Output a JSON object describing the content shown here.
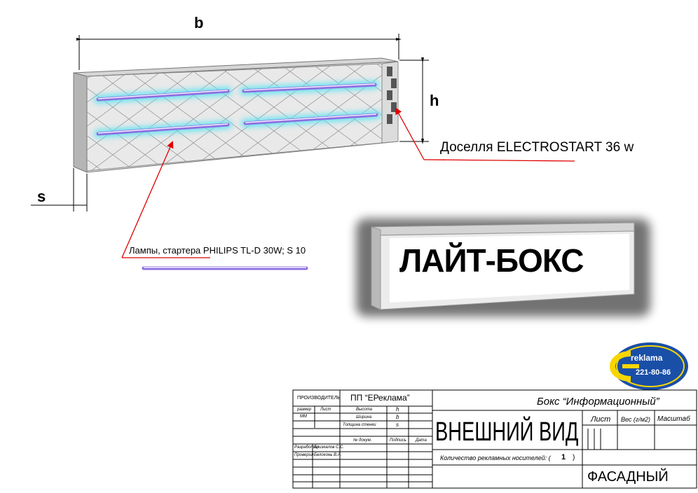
{
  "dimensions": {
    "b": "b",
    "h": "h",
    "s": "s"
  },
  "callouts": {
    "ballast": "Доселля ELECTROSTART 36 w",
    "lamps": "Лампы, стартера PHILIPS TL-D 30W; S 10"
  },
  "sign": {
    "text": "ЛАЙТ-БОКС"
  },
  "logo": {
    "name": "reklama",
    "phone": "221-80-86"
  },
  "title_block": {
    "producer_label": "ПРОИЗВОДИТЕЛЬ",
    "producer_value": "ПП “ЕРеклама”",
    "product": "Бокс “Информационный”",
    "col_size": "размер",
    "col_sheet": "Лист",
    "unit": "ММ",
    "height_label": "Высота",
    "height_val": "h",
    "width_label": "Ширина",
    "width_val": "b",
    "wall_label": "Толщина стенки",
    "wall_val": "s",
    "doc_no": "№ докум.",
    "signature": "Подпись",
    "date": "Дата",
    "developed_label": "Разработал",
    "developed_name": "Бризкалов С.С.",
    "checked_label": "Проверил",
    "checked_name": "Белоконь В.А.",
    "view_title": "ВНЕШНИЙ ВИД",
    "sheet_hdr": "Лист",
    "weight_hdr": "Вес (г/м2)",
    "scale_hdr": "Масштаб",
    "count_label": "Количество рекламных носителей: (",
    "count_value": "1",
    "count_close": ")",
    "type": "ФАСАДНЫЙ"
  },
  "colors": {
    "box_face": "#e9e9e9",
    "box_side": "#b5b5b5",
    "lamp_glow": "#5fe3f2",
    "lamp_tube": "#8d6fe0",
    "arrow": "#e00000",
    "logo_blue": "#1a4fa8",
    "logo_yellow": "#f7d600"
  }
}
